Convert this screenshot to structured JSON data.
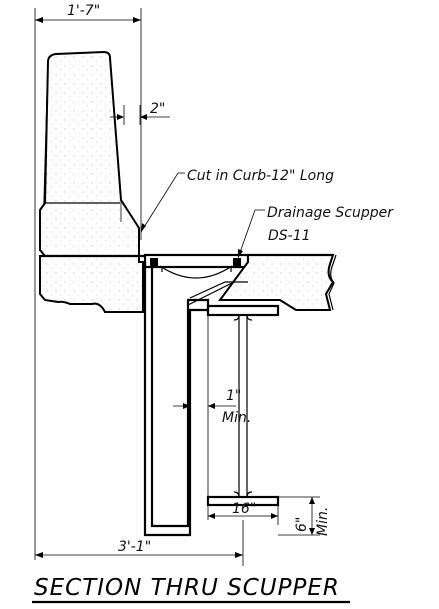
{
  "drawing": {
    "title": "SECTION THRU SCUPPER",
    "dimensions": {
      "top_width": "1'-7\"",
      "offset": "2\"",
      "clearance": "1\"",
      "clearance_qualifier": "Min.",
      "flange_width": "16\"",
      "depth": "6\"",
      "depth_qualifier": "Min.",
      "bottom_width": "3'-1\""
    },
    "callouts": {
      "curb_cut": "Cut in Curb-12\" Long",
      "scupper_line1": "Drainage Scupper",
      "scupper_line2": "DS-11"
    }
  }
}
